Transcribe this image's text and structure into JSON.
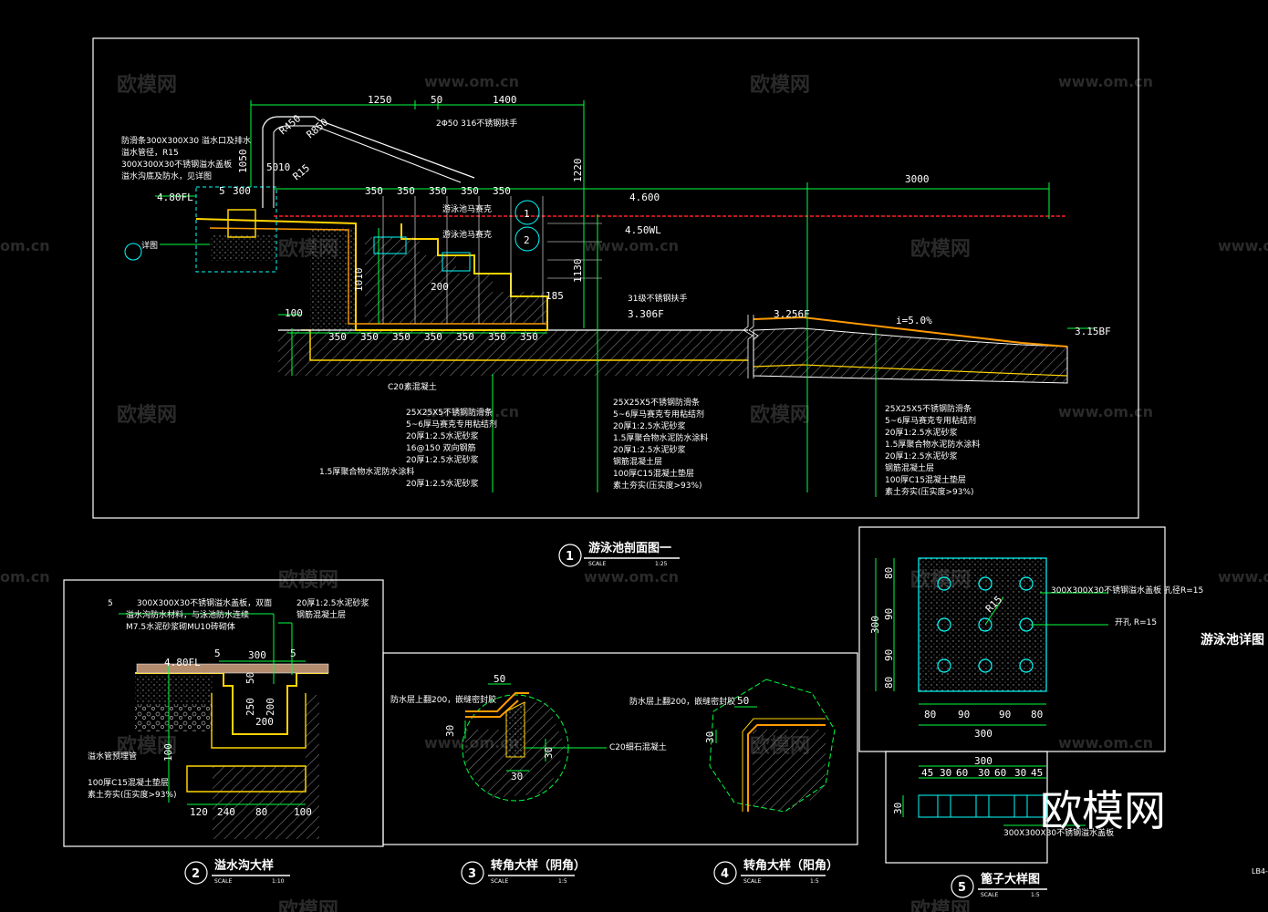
{
  "watermarks": {
    "brand_cn": "欧模网",
    "url": "www.om.cn",
    "url_partial": "om.cn",
    "corner_logo": "欧模网",
    "page_code": "LB4-"
  },
  "side_label": "游泳池详图",
  "detail1": {
    "number": "1",
    "title": "游泳池剖面图一",
    "scale_label": "SCALE",
    "scale_value": "1:25",
    "dims_top": [
      "1250",
      "50",
      "1400"
    ],
    "dim_steps": [
      "350",
      "350",
      "350",
      "350",
      "350"
    ],
    "dim_bottom": [
      "350",
      "350",
      "350",
      "350",
      "350",
      "350",
      "350"
    ],
    "dim_span": "3000",
    "dim_1220": "1220",
    "dim_1130": "1130",
    "dim_1050": "1050",
    "dim_1010": "1010",
    "dim_50": "50",
    "dim_300": "300",
    "dim_200": "200",
    "dim_100": "100",
    "dim_185": "185",
    "dim_5": "5",
    "dim_10": "10",
    "label_r450": "R450",
    "label_r850": "R850",
    "label_r15": "R15",
    "elev_480fl": "4.80FL",
    "elev_4600": "4.600",
    "elev_450wl": "4.50WL",
    "elev_3306": "3.306F",
    "elev_3256": "3.256F",
    "elev_315": "3.15BF",
    "slope": "i=5.0%",
    "ref_left": "详图",
    "handrail_note": "2Φ50 316不锈钢扶手",
    "top_notes": [
      "防滑条300X300X30 溢水口及排水",
      "溢水管径，R15",
      "300X300X30不锈钢溢水盖板",
      "溢水沟底及防水，见详图"
    ],
    "notes_left": [
      "25X25X5不锈钢防滑条",
      "5~6厚马赛克专用粘结剂",
      "20厚1:2.5水泥砂浆",
      "16@150 双向钢筋",
      "20厚1:2.5水泥砂浆",
      "1.5厚聚合物水泥防水涂料",
      "20厚1:2.5水泥砂浆"
    ],
    "notes_mid": [
      "25X25X5不锈钢防滑条",
      "5~6厚马赛克专用粘结剂",
      "20厚1:2.5水泥砂浆",
      "1.5厚聚合物水泥防水涂料",
      "20厚1:2.5水泥砂浆",
      "钢筋混凝土层",
      "100厚C15混凝土垫层",
      "素土夯实(压实度>93%)"
    ],
    "notes_right": [
      "25X25X5不锈钢防滑条",
      "5~6厚马赛克专用粘结剂",
      "20厚1:2.5水泥砂浆",
      "1.5厚聚合物水泥防水涂料",
      "20厚1:2.5水泥砂浆",
      "钢筋混凝土层",
      "100厚C15混凝土垫层",
      "素土夯实(压实度>93%)"
    ],
    "c20_label": "C20素混凝土",
    "marker1": "1",
    "marker2": "2",
    "marker_text1": "游泳池马赛克",
    "marker_text2": "游泳池马赛克",
    "stair_label": "31级不锈钢扶手"
  },
  "detail2": {
    "number": "2",
    "title": "溢水沟大样",
    "scale_label": "SCALE",
    "scale_value": "1:10",
    "ref": "5",
    "notes_top": [
      "300X300X30不锈钢溢水盖板，双面",
      "溢水沟防水材料，与泳池防水连续",
      "M7.5水泥砂浆砌MU10砖砌体"
    ],
    "notes_right": [
      "20厚1:2.5水泥砂浆",
      "钢筋混凝土层"
    ],
    "dims": [
      "5",
      "300",
      "5",
      "50",
      "250",
      "200",
      "200",
      "100",
      "120",
      "240",
      "80",
      "100"
    ],
    "elev": "4.80FL",
    "label_pipe": "溢水管预埋管",
    "note_c15": "100厚C15混凝土垫层",
    "note_soil": "素土夯实(压实度>93%)"
  },
  "detail3": {
    "number": "3",
    "title": "转角大样（阴角）",
    "scale_label": "SCALE",
    "scale_value": "1:5",
    "dims": [
      "50",
      "30",
      "30",
      "30"
    ],
    "note": "防水层上翻200，嵌缝密封胶",
    "c20": "C20细石混凝土"
  },
  "detail4": {
    "number": "4",
    "title": "转角大样（阳角）",
    "scale_label": "SCALE",
    "scale_value": "1:5",
    "dims": [
      "50",
      "30"
    ],
    "note": "防水层上翻200，嵌缝密封胶"
  },
  "detail5": {
    "number": "5",
    "title": "篦子大样图",
    "scale_label": "SCALE",
    "scale_value": "1:5",
    "plan_dims_side": [
      "80",
      "90",
      "90",
      "80"
    ],
    "plan_dims_bottom": [
      "80",
      "90",
      "90",
      "80"
    ],
    "plan_total": "300",
    "plan_total_v": "300",
    "r15": "R15",
    "note_grate": "300X300X30不锈钢溢水盖板 孔径R=15",
    "note_holes": "开孔 R=15",
    "section_total": "300",
    "section_dims": [
      "45",
      "30",
      "60",
      "30",
      "60",
      "30",
      "45"
    ],
    "section_h": "30",
    "section_note": "300X300X30不锈钢溢水盖板"
  }
}
